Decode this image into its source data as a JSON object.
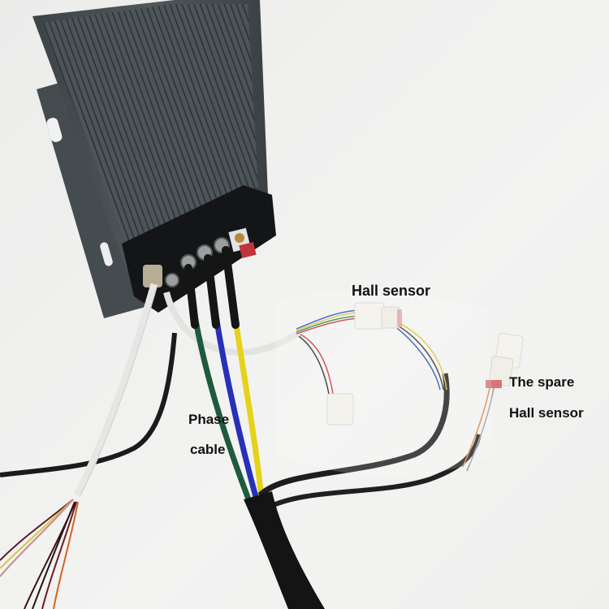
{
  "photo": {
    "subject": "brushless motor controller with wiring harness",
    "background_color": "#f1f1f0",
    "controller_body_color": "#4a5154",
    "end_cap_color": "#121314"
  },
  "labels": {
    "hall_sensor": "Hall sensor",
    "spare_line1": "The spare",
    "spare_line2": "Hall sensor",
    "phase_line1": "Phase",
    "phase_line2": "cable"
  },
  "cables": {
    "phase_colors": [
      "#1f5a3e",
      "#2630b8",
      "#e5d21a"
    ],
    "sleeve_color": "#141414",
    "white_cable_color": "#e6e6e4",
    "black_cable_color": "#1b1b1b"
  }
}
